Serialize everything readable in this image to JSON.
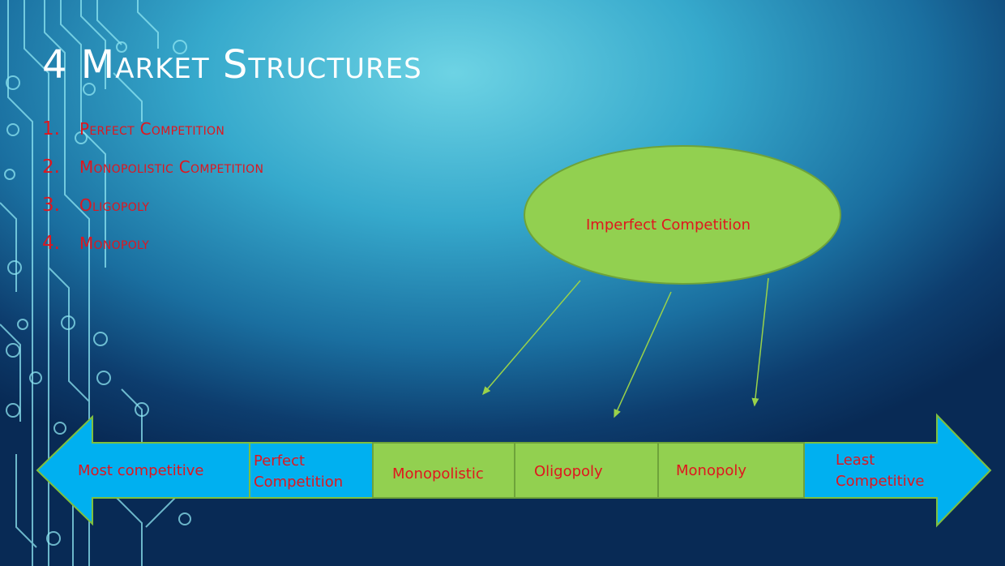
{
  "slide": {
    "title": "4 Market Structures",
    "items": [
      {
        "num": "1.",
        "label": "Perfect Competition"
      },
      {
        "num": "2.",
        "label": "Monopolistic Competition"
      },
      {
        "num": "3.",
        "label": "Oligopoly"
      },
      {
        "num": "4.",
        "label": "Monopoly"
      }
    ]
  },
  "diagram": {
    "ellipse_label": "Imperfect Competition",
    "left_end": "Most competitive",
    "segments": [
      {
        "line1": "Perfect",
        "line2": "Competition"
      },
      {
        "line1": "Monopolistic"
      },
      {
        "line1": "Oligopoly"
      },
      {
        "line1": "Monopoly"
      }
    ],
    "right_end": {
      "line1": "Least",
      "line2": "Competitive"
    }
  },
  "colors": {
    "text_red": "#e0161e",
    "ellipse_fill": "#92d050",
    "segment_green": "#92d050",
    "arrow_blue": "#00b0f0",
    "title_white": "#ffffff"
  }
}
